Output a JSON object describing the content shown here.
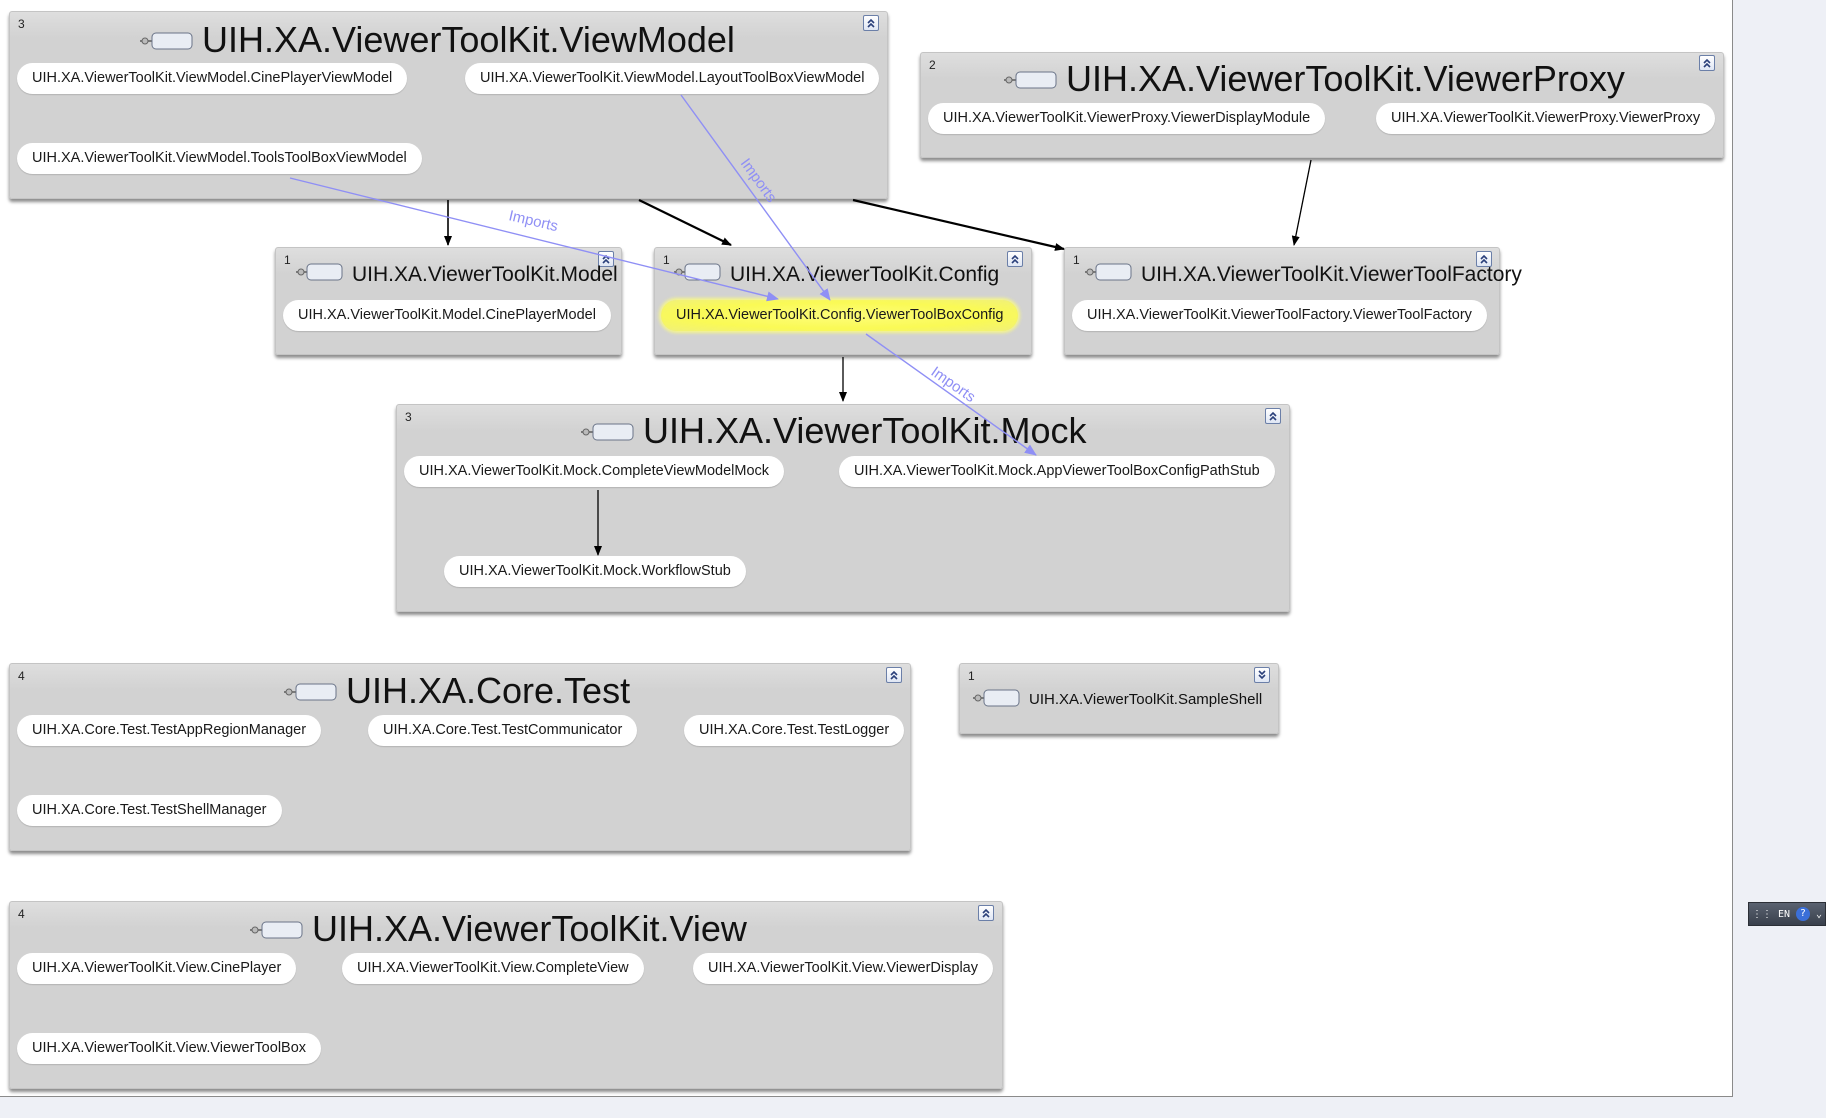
{
  "groups": {
    "viewmodel": {
      "count": "3",
      "title": "UIH.XA.ViewerToolKit.ViewModel",
      "nodes": [
        "UIH.XA.ViewerToolKit.ViewModel.CinePlayerViewModel",
        "UIH.XA.ViewerToolKit.ViewModel.LayoutToolBoxViewModel",
        "UIH.XA.ViewerToolKit.ViewModel.ToolsToolBoxViewModel"
      ]
    },
    "viewerproxy": {
      "count": "2",
      "title": "UIH.XA.ViewerToolKit.ViewerProxy",
      "nodes": [
        "UIH.XA.ViewerToolKit.ViewerProxy.ViewerDisplayModule",
        "UIH.XA.ViewerToolKit.ViewerProxy.ViewerProxy"
      ]
    },
    "model": {
      "count": "1",
      "title": "UIH.XA.ViewerToolKit.Model",
      "nodes": [
        "UIH.XA.ViewerToolKit.Model.CinePlayerModel"
      ]
    },
    "config": {
      "count": "1",
      "title": "UIH.XA.ViewerToolKit.Config",
      "nodes": [
        "UIH.XA.ViewerToolKit.Config.ViewerToolBoxConfig"
      ]
    },
    "factory": {
      "count": "1",
      "title": "UIH.XA.ViewerToolKit.ViewerToolFactory",
      "nodes": [
        "UIH.XA.ViewerToolKit.ViewerToolFactory.ViewerToolFactory"
      ]
    },
    "mock": {
      "count": "3",
      "title": "UIH.XA.ViewerToolKit.Mock",
      "nodes": [
        "UIH.XA.ViewerToolKit.Mock.CompleteViewModelMock",
        "UIH.XA.ViewerToolKit.Mock.AppViewerToolBoxConfigPathStub",
        "UIH.XA.ViewerToolKit.Mock.WorkflowStub"
      ]
    },
    "coretest": {
      "count": "4",
      "title": "UIH.XA.Core.Test",
      "nodes": [
        "UIH.XA.Core.Test.TestAppRegionManager",
        "UIH.XA.Core.Test.TestCommunicator",
        "UIH.XA.Core.Test.TestLogger",
        "UIH.XA.Core.Test.TestShellManager"
      ]
    },
    "sampleshell": {
      "count": "1",
      "title": "UIH.XA.ViewerToolKit.SampleShell",
      "nodes": []
    },
    "view": {
      "count": "4",
      "title": "UIH.XA.ViewerToolKit.View",
      "nodes": [
        "UIH.XA.ViewerToolKit.View.CinePlayer",
        "UIH.XA.ViewerToolKit.View.CompleteView",
        "UIH.XA.ViewerToolKit.View.ViewerDisplay",
        "UIH.XA.ViewerToolKit.View.ViewerToolBox"
      ]
    }
  },
  "edge_labels": {
    "imports": "Imports"
  },
  "tray": {
    "lang": "EN",
    "help": "?"
  },
  "colors": {
    "highlight": "#fafa55",
    "imports_edge": "#8f8ff5",
    "dependency_edge": "#000000"
  }
}
